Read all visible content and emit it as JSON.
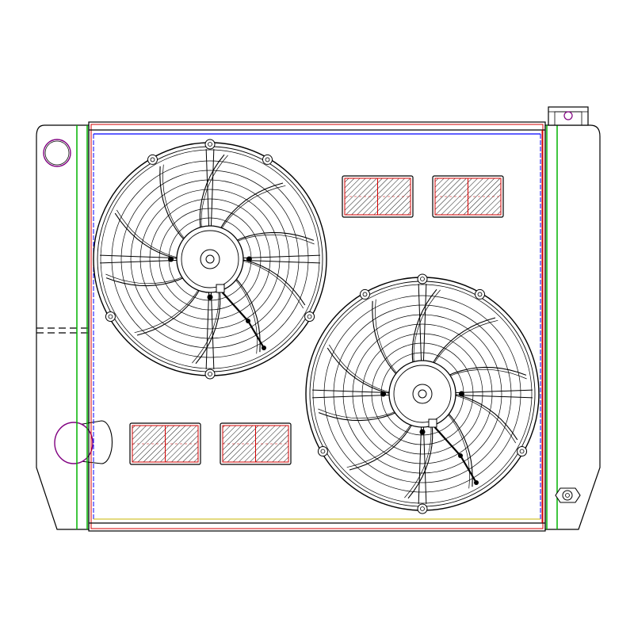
{
  "drawing": {
    "subject": "radiator-with-dual-electric-fans",
    "colors": {
      "outline": "#000000",
      "red": "#d40000",
      "green": "#00b400",
      "blue": "#0000ff",
      "magenta": "#800080",
      "yellow": "#c8b400"
    },
    "fans": [
      {
        "name": "upper-left-fan",
        "blade_count": 10
      },
      {
        "name": "lower-right-fan",
        "blade_count": 10
      }
    ],
    "mounting_pads": 4,
    "icons": [
      "radiator-core",
      "fan-icon",
      "filler-neck-icon",
      "inlet-pipe-icon",
      "outlet-pipe-icon",
      "drain-plug-icon"
    ]
  }
}
